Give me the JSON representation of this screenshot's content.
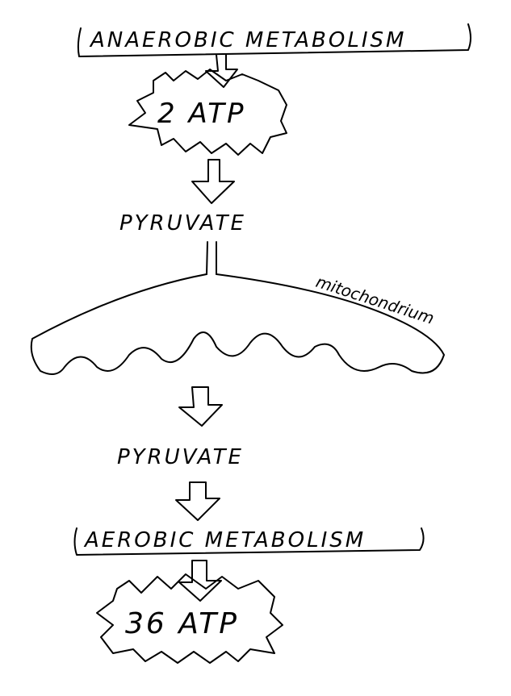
{
  "nodes": {
    "anaerobic": "ANAEROBIC METABOLISM",
    "atp_small": "2 ATP",
    "pyruvate_top": "PYRUVATE",
    "mitochondrion": "mitochondrium",
    "pyruvate_bottom": "PYRUVATE",
    "aerobic": "AEROBIC METABOLISM",
    "atp_large": "36 ATP"
  }
}
